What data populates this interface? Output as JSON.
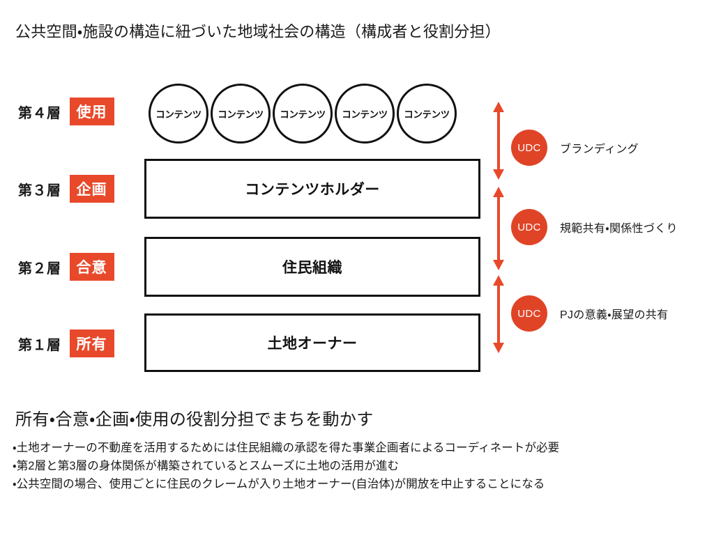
{
  "title": "公共空間・施設の構造に紐づいた地域社会の構造（構成者と役割分担）",
  "colors": {
    "accent_orange": "#e8492b",
    "udc_orange": "#e04427",
    "outline_black": "#111111",
    "background": "#ffffff"
  },
  "diagram": {
    "layers": [
      {
        "id": "layer4",
        "name": "第４層",
        "chip": "使用",
        "box_label": null
      },
      {
        "id": "layer3",
        "name": "第３層",
        "chip": "企画",
        "box_label": "コンテンツホルダー"
      },
      {
        "id": "layer2",
        "name": "第２層",
        "chip": "合意",
        "box_label": "住民組織"
      },
      {
        "id": "layer1",
        "name": "第１層",
        "chip": "所有",
        "box_label": "土地オーナー"
      }
    ],
    "content_circles": [
      {
        "label": "コンテンツ"
      },
      {
        "label": "コンテンツ"
      },
      {
        "label": "コンテンツ"
      },
      {
        "label": "コンテンツ"
      },
      {
        "label": "コンテンツ"
      }
    ],
    "udc_markers": [
      {
        "badge": "UDC",
        "caption": "ブランディング"
      },
      {
        "badge": "UDC",
        "caption": "規範共有・関係性づくり"
      },
      {
        "badge": "UDC",
        "caption": "PJの意義・展望の共有"
      }
    ],
    "arrows": [
      {
        "name": "arrow-layer4-layer3",
        "direction": "double-vertical"
      },
      {
        "name": "arrow-layer3-layer2",
        "direction": "double-vertical"
      },
      {
        "name": "arrow-layer2-layer1",
        "direction": "double-vertical"
      }
    ]
  },
  "summary": {
    "heading": "所有・合意・企画・使用の役割分担でまちを動かす",
    "bullets": [
      "・土地オーナーの不動産を活用するためには住民組織の承認を得た事業企画者によるコーディネートが必要",
      "・第2層と第3層の身体関係が構築されているとスムーズに土地の活用が進む",
      "・公共空間の場合、使用ごとに住民のクレームが入り土地オーナー(自治体)が開放を中止することになる"
    ]
  }
}
